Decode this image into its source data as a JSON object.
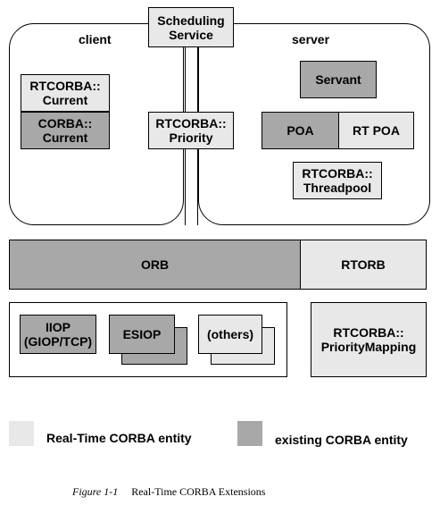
{
  "diagram": {
    "scheduling_service": "Scheduling\nService",
    "client": {
      "label": "client",
      "rtcorba_current": "RTCORBA::\nCurrent",
      "corba_current": "CORBA::\nCurrent"
    },
    "rtcorba_priority": "RTCORBA::\nPriority",
    "server": {
      "label": "server",
      "servant": "Servant",
      "poa": "POA",
      "rt_poa": "RT POA",
      "threadpool": "RTCORBA::\nThreadpool"
    },
    "orb": "ORB",
    "rtorb": "RTORB",
    "transports": {
      "iiop": "IIOP\n(GIOP/TCP)",
      "esiop": "ESIOP",
      "others": "(others)"
    },
    "priority_mapping": "RTCORBA::\nPriorityMapping"
  },
  "legend": {
    "realtime_label": "Real-Time CORBA entity",
    "existing_label": "existing CORBA entity",
    "realtime_color": "#e8e8e8",
    "existing_color": "#a8a8a8"
  },
  "caption": {
    "figure": "Figure 1-1",
    "title": "Real-Time CORBA Extensions"
  }
}
